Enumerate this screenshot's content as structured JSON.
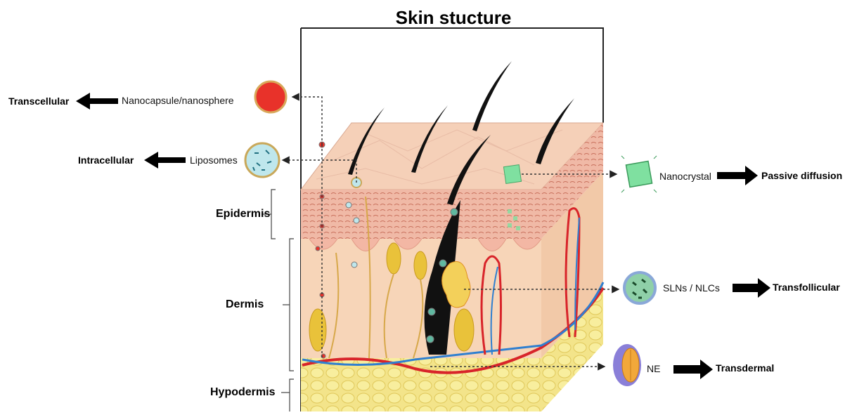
{
  "title": "Skin stucture",
  "layers": {
    "epidermis": "Epidermis",
    "dermis": "Dermis",
    "hypodermis": "Hypodermis"
  },
  "carriers": [
    {
      "id": "nanocapsule",
      "name": "Nanocapsule/nanosphere",
      "route": "Transcellular",
      "color": "#e8322a"
    },
    {
      "id": "liposome",
      "name": "Liposomes",
      "route": "Intracellular",
      "color": "#bfe7ec"
    },
    {
      "id": "nanocrystal",
      "name": "Nanocrystal",
      "route": "Passive diffusion",
      "color": "#7fe0a0"
    },
    {
      "id": "sln",
      "name": "SLNs / NLCs",
      "route": "Transfollicular",
      "color": "#8fd0a8"
    },
    {
      "id": "ne",
      "name": "NE",
      "route": "Transdermal",
      "color": "#8a7fd8"
    }
  ],
  "colors": {
    "epidermis_top": "#f3c8b0",
    "dermis": "#f6d2b3",
    "hypodermis": "#f1e27a",
    "artery": "#d8242a",
    "vein": "#2f7fd0",
    "nerve": "#e8b84a"
  }
}
